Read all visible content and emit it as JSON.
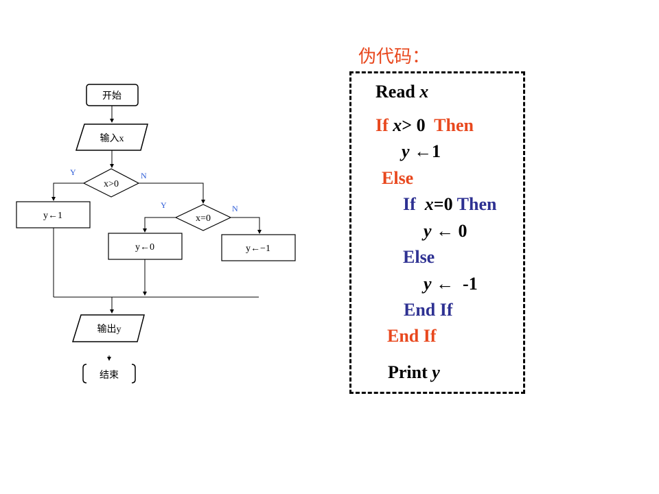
{
  "flowchart": {
    "start": "开始",
    "input": "输入x",
    "cond1": "x>0",
    "cond2": "x=0",
    "yes": "Y",
    "no": "N",
    "assign1": "y←1",
    "assign2": "y←0",
    "assign3": "y←−1",
    "output": "输出y",
    "end": "结束"
  },
  "pseudocode": {
    "title": "伪代码：",
    "lines": [
      {
        "kw": "Read",
        "var": "x",
        "rest": ""
      },
      {
        "kw": "If",
        "var": "x",
        "rest": "> 0",
        "kw2": "Then"
      },
      {
        "var": "y",
        "rest": "←1"
      },
      {
        "kw": "Else"
      },
      {
        "kw": "If",
        "var": "x",
        "rest": "=0",
        "kw2": "Then"
      },
      {
        "var": "y",
        "rest": "← 0"
      },
      {
        "kw": "Else"
      },
      {
        "var": "y",
        "rest": "←  -1"
      },
      {
        "kw": "End If"
      },
      {
        "kw": "End If"
      },
      {
        "kw": "Print",
        "var": "y"
      }
    ]
  }
}
